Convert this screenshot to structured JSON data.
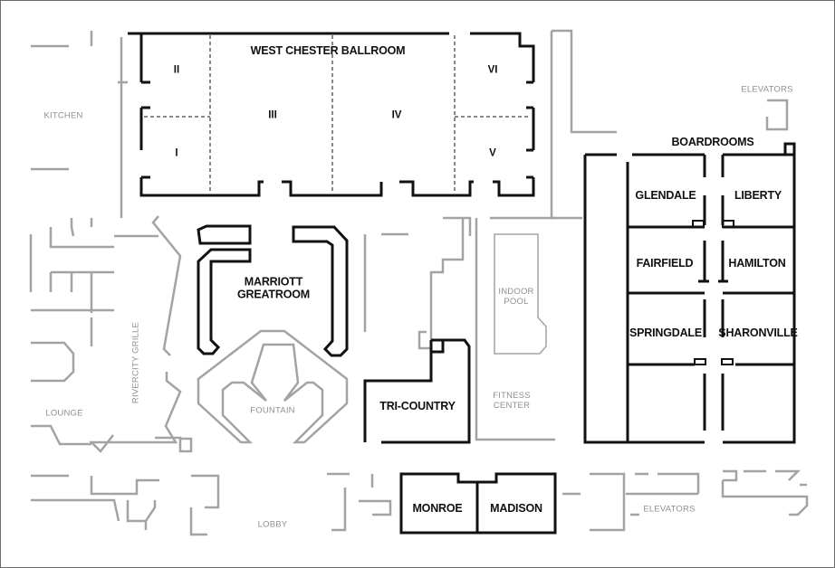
{
  "rooms": {
    "ballroom": "WEST CHESTER BALLROOM",
    "div_2": "II",
    "div_1": "I",
    "div_3": "III",
    "div_4": "IV",
    "div_6": "VI",
    "div_5": "V",
    "boardrooms": "BOARDROOMS",
    "glendale": "GLENDALE",
    "liberty": "LIBERTY",
    "fairfield": "FAIRFIELD",
    "hamilton": "HAMILTON",
    "springdale": "SPRINGDALE",
    "sharonville": "SHARONVILLE",
    "greatroom_line1": "MARRIOTT",
    "greatroom_line2": "GREATROOM",
    "tri_country": "TRI-COUNTRY",
    "monroe": "MONROE",
    "madison": "MADISON"
  },
  "areas": {
    "kitchen": "KITCHEN",
    "elevators_top": "ELEVATORS",
    "indoor_pool_line1": "INDOOR",
    "indoor_pool_line2": "POOL",
    "fitness_line1": "FITNESS",
    "fitness_line2": "CENTER",
    "fountain": "FOUNTAIN",
    "rivercity": "RIVERCITY GRILLE",
    "lounge": "LOUNGE",
    "lobby": "LOBBY",
    "elevators_bottom": "ELEVATORS"
  },
  "colors": {
    "meeting_room_walls": "#111111",
    "other_walls": "#a3a3a3",
    "area_label": "#8f8f8f"
  }
}
